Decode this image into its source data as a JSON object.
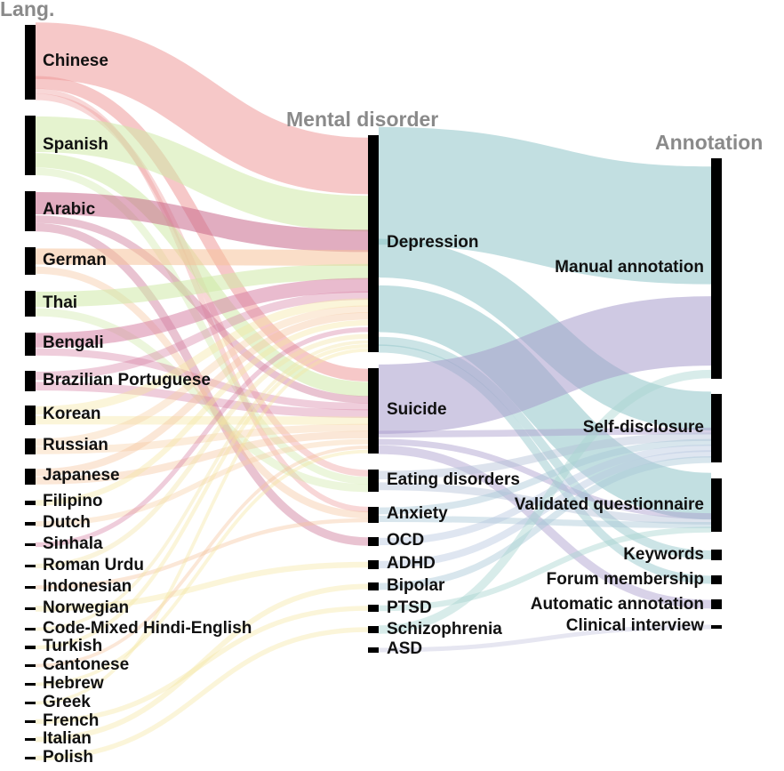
{
  "columns": {
    "language": "Lang.",
    "disorder": "Mental disorder",
    "annotation": "Annotation"
  },
  "languages": [
    "Chinese",
    "Spanish",
    "Arabic",
    "German",
    "Thai",
    "Bengali",
    "Brazilian Portuguese",
    "Korean",
    "Russian",
    "Japanese",
    "Filipino",
    "Dutch",
    "Sinhala",
    "Roman Urdu",
    "Indonesian",
    "Norwegian",
    "Code-Mixed Hindi-English",
    "Turkish",
    "Cantonese",
    "Hebrew",
    "Greek",
    "French",
    "Italian",
    "Polish"
  ],
  "disorders": [
    "Depression",
    "Suicide",
    "Eating disorders",
    "Anxiety",
    "OCD",
    "ADHD",
    "Bipolar",
    "PTSD",
    "Schizophrenia",
    "ASD"
  ],
  "annotations": [
    "Manual annotation",
    "Self-disclosure",
    "Validated questionnaire",
    "Keywords",
    "Forum membership",
    "Automatic annotation",
    "Clinical interview"
  ],
  "language_colors": {
    "Chinese": "#ee9a9a",
    "Spanish": "#cfe9a8",
    "Arabic": "#c96a8c",
    "German": "#f6c39a",
    "Thai": "#cfe9a8",
    "Bengali": "#d783a6",
    "Brazilian Portuguese": "#d783a6",
    "Korean": "#f4e6a0",
    "Russian": "#f7d0a6",
    "Japanese": "#f6c39a",
    "Filipino": "#f4e6a0",
    "Dutch": "#f7d0a6",
    "Sinhala": "#d783a6",
    "Roman Urdu": "#f2e4a4",
    "Indonesian": "#f6c39a",
    "Norwegian": "#f4e6a0",
    "Code-Mixed Hindi-English": "#f2e4a4",
    "Turkish": "#f4e6a0",
    "Cantonese": "#f6c39a",
    "Hebrew": "#f4e6a0",
    "Greek": "#f4e6a0",
    "French": "#f4e6a0",
    "Italian": "#f4e6a0",
    "Polish": "#f4e6a0"
  },
  "disorder_colors": {
    "Depression": "#8fc4c8",
    "Suicide": "#a89ccc",
    "Eating disorders": "#b4c0d8",
    "Anxiety": "#a8c8d8",
    "OCD": "#b8c8e0",
    "ADHD": "#b8c8e0",
    "Bipolar": "#a8c8d8",
    "PTSD": "#a8d4d0",
    "Schizophrenia": "#a8d4d0",
    "ASD": "#c8c8e0"
  },
  "flows_lang_disorder": [
    {
      "source": "Chinese",
      "target": "Depression",
      "value": 9
    },
    {
      "source": "Chinese",
      "target": "Suicide",
      "value": 2
    },
    {
      "source": "Chinese",
      "target": "Anxiety",
      "value": 1
    },
    {
      "source": "Chinese",
      "target": "Eating disorders",
      "value": 1
    },
    {
      "source": "Spanish",
      "target": "Depression",
      "value": 5
    },
    {
      "source": "Spanish",
      "target": "Suicide",
      "value": 2
    },
    {
      "source": "Spanish",
      "target": "Eating disorders",
      "value": 1
    },
    {
      "source": "Arabic",
      "target": "Depression",
      "value": 3
    },
    {
      "source": "Arabic",
      "target": "Suicide",
      "value": 1
    },
    {
      "source": "Arabic",
      "target": "OCD",
      "value": 1
    },
    {
      "source": "German",
      "target": "Depression",
      "value": 2
    },
    {
      "source": "German",
      "target": "Anxiety",
      "value": 1
    },
    {
      "source": "Thai",
      "target": "Depression",
      "value": 2
    },
    {
      "source": "Thai",
      "target": "Eating disorders",
      "value": 1
    },
    {
      "source": "Bengali",
      "target": "Depression",
      "value": 2
    },
    {
      "source": "Bengali",
      "target": "Suicide",
      "value": 1
    },
    {
      "source": "Brazilian Portuguese",
      "target": "Depression",
      "value": 1
    },
    {
      "source": "Brazilian Portuguese",
      "target": "Suicide",
      "value": 1
    },
    {
      "source": "Korean",
      "target": "Depression",
      "value": 1
    },
    {
      "source": "Korean",
      "target": "Suicide",
      "value": 1
    },
    {
      "source": "Russian",
      "target": "Depression",
      "value": 1
    },
    {
      "source": "Russian",
      "target": "Suicide",
      "value": 1
    },
    {
      "source": "Japanese",
      "target": "Depression",
      "value": 1
    },
    {
      "source": "Japanese",
      "target": "Suicide",
      "value": 1
    },
    {
      "source": "Filipino",
      "target": "Depression",
      "value": 1
    },
    {
      "source": "Dutch",
      "target": "Suicide",
      "value": 1
    },
    {
      "source": "Sinhala",
      "target": "Depression",
      "value": 1
    },
    {
      "source": "Roman Urdu",
      "target": "Depression",
      "value": 1
    },
    {
      "source": "Indonesian",
      "target": "Anxiety",
      "value": 1
    },
    {
      "source": "Norwegian",
      "target": "ADHD",
      "value": 1
    },
    {
      "source": "Code-Mixed Hindi-English",
      "target": "Depression",
      "value": 0.6
    },
    {
      "source": "Turkish",
      "target": "Depression",
      "value": 0.6
    },
    {
      "source": "Cantonese",
      "target": "Suicide",
      "value": 0.6
    },
    {
      "source": "Hebrew",
      "target": "Suicide",
      "value": 0.6
    },
    {
      "source": "Greek",
      "target": "Depression",
      "value": 0.6
    },
    {
      "source": "French",
      "target": "PTSD",
      "value": 0.6
    },
    {
      "source": "Italian",
      "target": "Bipolar",
      "value": 0.6
    },
    {
      "source": "Polish",
      "target": "Schizophrenia",
      "value": 0.6
    }
  ],
  "flows_disorder_annotation": [
    {
      "source": "Depression",
      "target": "Manual annotation",
      "value": 14
    },
    {
      "source": "Depression",
      "target": "Self-disclosure",
      "value": 6
    },
    {
      "source": "Depression",
      "target": "Validated questionnaire",
      "value": 8
    },
    {
      "source": "Depression",
      "target": "Keywords",
      "value": 1
    },
    {
      "source": "Depression",
      "target": "Forum membership",
      "value": 1
    },
    {
      "source": "Suicide",
      "target": "Manual annotation",
      "value": 8
    },
    {
      "source": "Suicide",
      "target": "Self-disclosure",
      "value": 1
    },
    {
      "source": "Suicide",
      "target": "Validated questionnaire",
      "value": 1
    },
    {
      "source": "Suicide",
      "target": "Automatic annotation",
      "value": 1
    },
    {
      "source": "Eating disorders",
      "target": "Self-disclosure",
      "value": 1
    },
    {
      "source": "Eating disorders",
      "target": "Validated questionnaire",
      "value": 1
    },
    {
      "source": "Anxiety",
      "target": "Self-disclosure",
      "value": 1
    },
    {
      "source": "Anxiety",
      "target": "Validated questionnaire",
      "value": 1
    },
    {
      "source": "OCD",
      "target": "Self-disclosure",
      "value": 1
    },
    {
      "source": "ADHD",
      "target": "Self-disclosure",
      "value": 1
    },
    {
      "source": "Bipolar",
      "target": "Self-disclosure",
      "value": 1
    },
    {
      "source": "PTSD",
      "target": "Validated questionnaire",
      "value": 1
    },
    {
      "source": "Schizophrenia",
      "target": "Manual annotation",
      "value": 1
    },
    {
      "source": "ASD",
      "target": "Clinical interview",
      "value": 0.6
    }
  ]
}
